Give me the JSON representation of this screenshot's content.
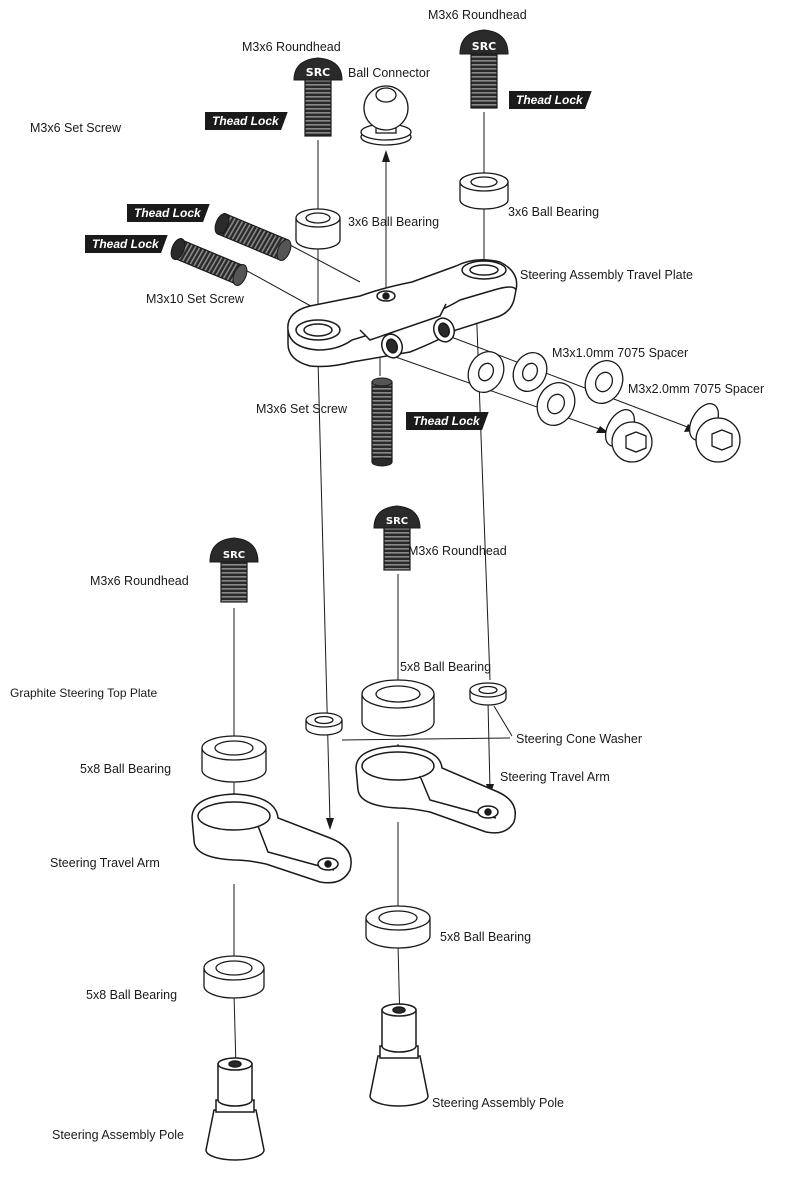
{
  "labels": {
    "m3x6_roundhead_top_right": "M3x6 Roundhead",
    "m3x6_roundhead_top_left": "M3x6 Roundhead",
    "ball_connector": "Ball Connector",
    "m3x6_set_screw_left": "M3x6 Set Screw",
    "bearing_3x6_left": "3x6 Ball Bearing",
    "bearing_3x6_right": "3x6 Ball Bearing",
    "travel_plate": "Steering Assembly Travel Plate",
    "m3x10_set_screw": "M3x10 Set Screw",
    "spacer_1mm": "M3x1.0mm 7075 Spacer",
    "spacer_2mm": "M3x2.0mm 7075 Spacer",
    "m3x6_set_screw_center": "M3x6 Set Screw",
    "m3x6_roundhead_center": "M3x6 Roundhead",
    "m3x6_roundhead_lower_left": "M3x6 Roundhead",
    "bearing_5x8_center_top": "5x8 Ball Bearing",
    "graphite_top_plate": "Graphite Steering Top Plate",
    "cone_washer": "Steering Cone Washer",
    "bearing_5x8_left_top": "5x8 Ball Bearing",
    "travel_arm_right": "Steering Travel Arm",
    "travel_arm_left": "Steering Travel Arm",
    "bearing_5x8_center_bottom": "5x8 Ball Bearing",
    "bearing_5x8_left_bottom": "5x8 Ball Bearing",
    "pole_right": "Steering Assembly Pole",
    "pole_left": "Steering Assembly Pole"
  },
  "thread_lock": {
    "tag1": "Thead Lock",
    "tag2": "Thead Lock",
    "tag3": "Thead Lock",
    "tag4": "Thead Lock",
    "tag5": "Thead Lock"
  },
  "colors": {
    "line": "#1a1a1a",
    "part_fill": "#ffffff",
    "thread_fill": "#2a2a2a",
    "tag_bg": "#1a1a1a",
    "tag_text": "#ffffff"
  }
}
